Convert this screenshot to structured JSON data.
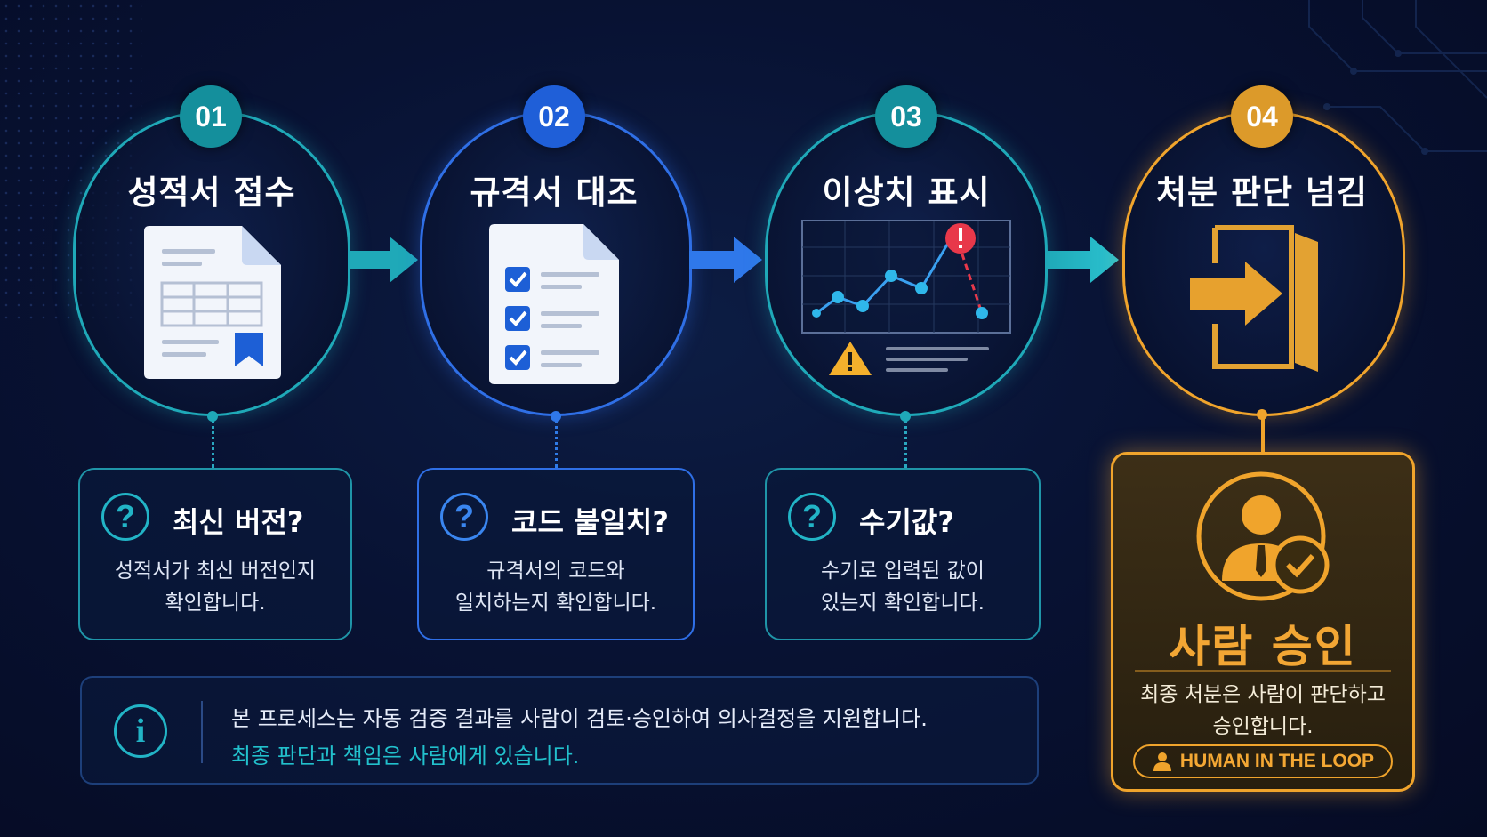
{
  "steps": [
    {
      "number": "01",
      "title": "성적서 접수"
    },
    {
      "number": "02",
      "title": "규격서 대조"
    },
    {
      "number": "03",
      "title": "이상치 표시"
    },
    {
      "number": "04",
      "title": "처분 판단 넘김"
    }
  ],
  "questions": [
    {
      "icon": "?",
      "title": "최신 버전?",
      "desc_line1": "성적서가 최신 버전인지",
      "desc_line2": "확인합니다."
    },
    {
      "icon": "?",
      "title": "코드 불일치?",
      "desc_line1": "규격서의 코드와",
      "desc_line2": "일치하는지 확인합니다."
    },
    {
      "icon": "?",
      "title": "수기값?",
      "desc_line1": "수기로 입력된 값이",
      "desc_line2": "있는지 확인합니다."
    }
  ],
  "human": {
    "title": "사람 승인",
    "desc_line1": "최종 처분은 사람이 판단하고",
    "desc_line2": "승인합니다.",
    "badge": "HUMAN IN THE LOOP"
  },
  "info": {
    "icon": "i",
    "line1": "본 프로세스는 자동 검증 결과를 사람이 검토·승인하여 의사결정을 지원합니다.",
    "line2": "최종 판단과 책임은 사람에게 있습니다."
  },
  "colors": {
    "teal": "#1fa9b8",
    "blue": "#2f6fe6",
    "orange": "#f0a42c",
    "background": "#081233"
  },
  "icons": [
    "document-table-icon",
    "checklist-document-icon",
    "anomaly-chart-icon",
    "exit-arrow-icon",
    "user-check-icon",
    "question-icon",
    "info-icon"
  ]
}
